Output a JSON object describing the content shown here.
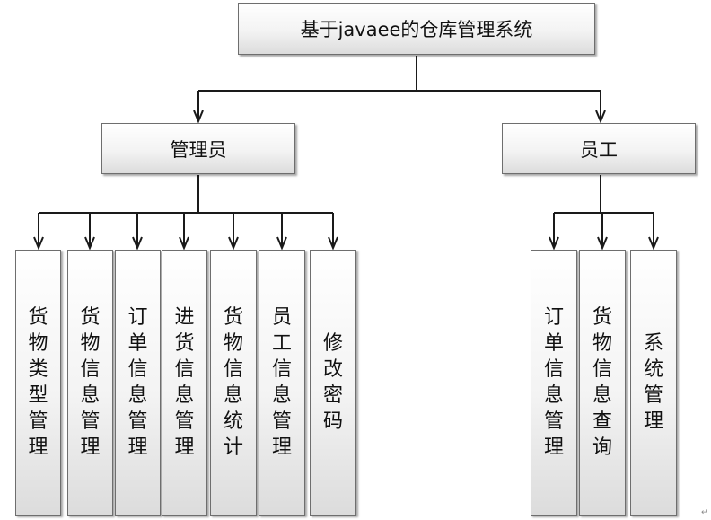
{
  "root": {
    "label": "基于javaee的仓库管理系统"
  },
  "groups": [
    {
      "label": "管理员",
      "children": [
        "货物类型管理",
        "货物信息管理",
        "订单信息管理",
        "进货信息管理",
        "货物信息统计",
        "员工信息管理",
        "修改密码"
      ]
    },
    {
      "label": "员工",
      "children": [
        "订单信息管理",
        "货物信息查询",
        "系统管理"
      ]
    }
  ],
  "corner_mark": "↵",
  "colors": {
    "line": "#1a1a1a",
    "border": "#6e6e6e"
  }
}
